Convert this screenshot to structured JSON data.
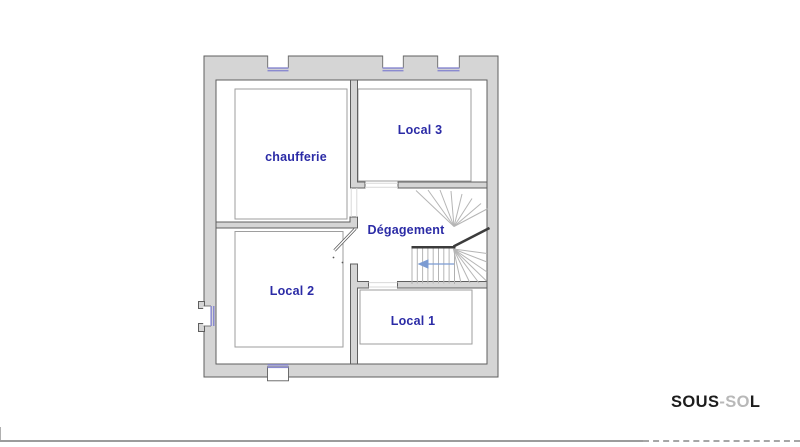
{
  "level_title": {
    "parts": [
      {
        "text": "SOUS",
        "tone": "dark"
      },
      {
        "text": "-SO",
        "tone": "light"
      },
      {
        "text": "L",
        "tone": "dark"
      }
    ]
  },
  "floorplan": {
    "rooms": [
      {
        "name": "chaufferie",
        "label": "chaufferie"
      },
      {
        "name": "local-3",
        "label": "Local 3"
      },
      {
        "name": "degagement",
        "label": "Dégagement"
      },
      {
        "name": "local-2",
        "label": "Local 2"
      },
      {
        "name": "local-1",
        "label": "Local 1"
      }
    ],
    "stairs": {
      "direction_arrow": "left"
    },
    "windows": {
      "top_wall": 3,
      "left_wall": 1,
      "bottom_wall": 1
    },
    "colors": {
      "wall_fill": "#d5d5d5",
      "wall_outline": "#5f5f5f",
      "window_glazing": "#8a8ad0",
      "room_label": "#2b2ba6",
      "room_outline": "#9e9e9e",
      "stair_tread": "#b5b5b5",
      "stair_break_line": "#3c3c3c",
      "stair_arrow": "#7b9bd2"
    }
  },
  "footer": {
    "edge_color": "#9c9c9c"
  }
}
